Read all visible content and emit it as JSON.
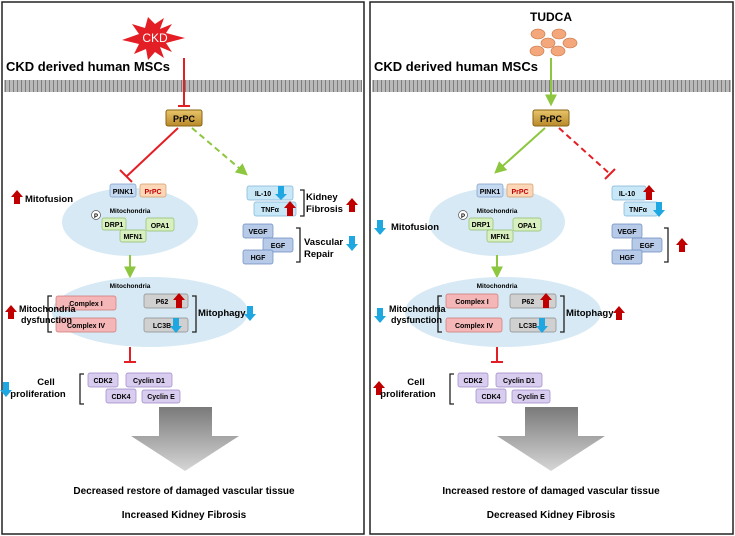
{
  "colors": {
    "red": "#e31e24",
    "green": "#8dc63f",
    "up_arrow": "#c00000",
    "down_arrow": "#1fa7e1",
    "ellipse": "#d6e9f4",
    "prp_fill": "#d4a844",
    "blue_box": "#c5d9f1",
    "green_box": "#d8f0c0",
    "pink_box": "#f4b6b6",
    "gray_box": "#d0d0d0",
    "purple_box": "#d9cdef"
  },
  "left": {
    "trigger": "CKD",
    "cell_label": "CKD derived human MSCs",
    "receptor": "PrPC",
    "mito_top": {
      "pink1": "PINK1",
      "prpc": "PrPC",
      "mito_label": "Mitochondria",
      "p": "P",
      "drp1": "DRP1",
      "opa1": "OPA1",
      "mfn1": "MFN1",
      "effect": "Mitofusion"
    },
    "cytokines": {
      "il10": "IL-10",
      "tnfa": "TNFα",
      "vegf": "VEGF",
      "egf": "EGF",
      "hgf": "HGF",
      "kidney_fibrosis": [
        "Kidney",
        "Fibrosis"
      ],
      "vascular_repair": [
        "Vascular",
        "Repair"
      ]
    },
    "mito_bottom": {
      "mito_label": "Mitochondria",
      "complex1": "Complex I",
      "complex4": "Complex IV",
      "p62": "P62",
      "lc3b": "LC3B",
      "dysfunction": [
        "Mitochondria",
        "dysfunction"
      ],
      "mitophagy": "Mitophagy"
    },
    "proliferation": {
      "cdk2": "CDK2",
      "cyclind1": "Cyclin D1",
      "cdk4": "CDK4",
      "cycline": "Cyclin E",
      "label": [
        "Cell",
        "proliferation"
      ]
    },
    "outcome1": "Decreased restore of damaged vascular tissue",
    "outcome2": "Increased Kidney Fibrosis"
  },
  "right": {
    "trigger": "TUDCA",
    "cell_label": "CKD derived human MSCs",
    "receptor": "PrPC",
    "mito_top": {
      "pink1": "PINK1",
      "prpc": "PrPC",
      "mito_label": "Mitochondria",
      "p": "P",
      "drp1": "DRP1",
      "opa1": "OPA1",
      "mfn1": "MFN1",
      "effect": "Mitofusion"
    },
    "cytokines": {
      "il10": "IL-10",
      "tnfa": "TNFα",
      "vegf": "VEGF",
      "egf": "EGF",
      "hgf": "HGF"
    },
    "mito_bottom": {
      "mito_label": "Mitochondria",
      "complex1": "Complex I",
      "complex4": "Complex IV",
      "p62": "P62",
      "lc3b": "LC3B",
      "dysfunction": [
        "Mitochondria",
        "dysfunction"
      ],
      "mitophagy": "Mitophagy"
    },
    "proliferation": {
      "cdk2": "CDK2",
      "cyclind1": "Cyclin D1",
      "cdk4": "CDK4",
      "cycline": "Cyclin E",
      "label": [
        "Cell",
        "proliferation"
      ]
    },
    "outcome1": "Increased restore of damaged vascular tissue",
    "outcome2": "Decreased Kidney Fibrosis"
  }
}
